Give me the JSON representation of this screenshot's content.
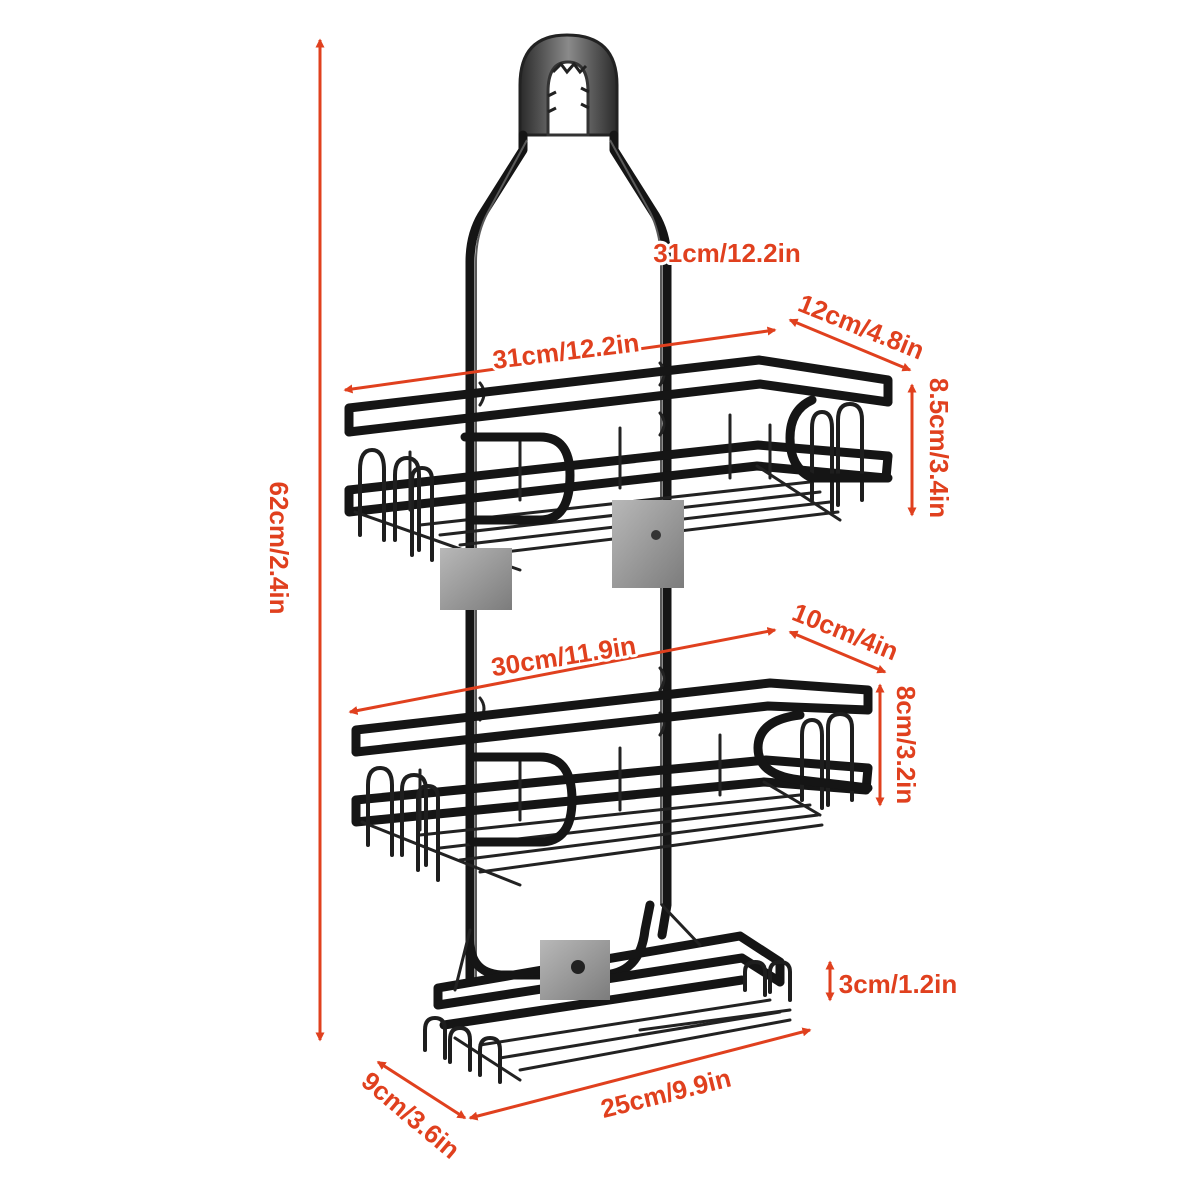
{
  "colors": {
    "dimension": "#e0401e",
    "metal": "#151515",
    "adhesive": "#9a9a9a",
    "background": "#ffffff"
  },
  "dimensions": {
    "total_height": "62cm/2.4in",
    "top_width": "31cm/12.2in",
    "upper_basket_width": "31cm/12.2in",
    "upper_basket_depth": "12cm/4.8in",
    "upper_basket_height": "8.5cm/3.4in",
    "middle_basket_width": "30cm/11.9in",
    "middle_basket_depth": "10cm/4in",
    "middle_basket_height": "8cm/3.2in",
    "soap_tray_height": "3cm/1.2in",
    "bottom_width": "25cm/9.9in",
    "bottom_depth": "9cm/3.6in"
  }
}
